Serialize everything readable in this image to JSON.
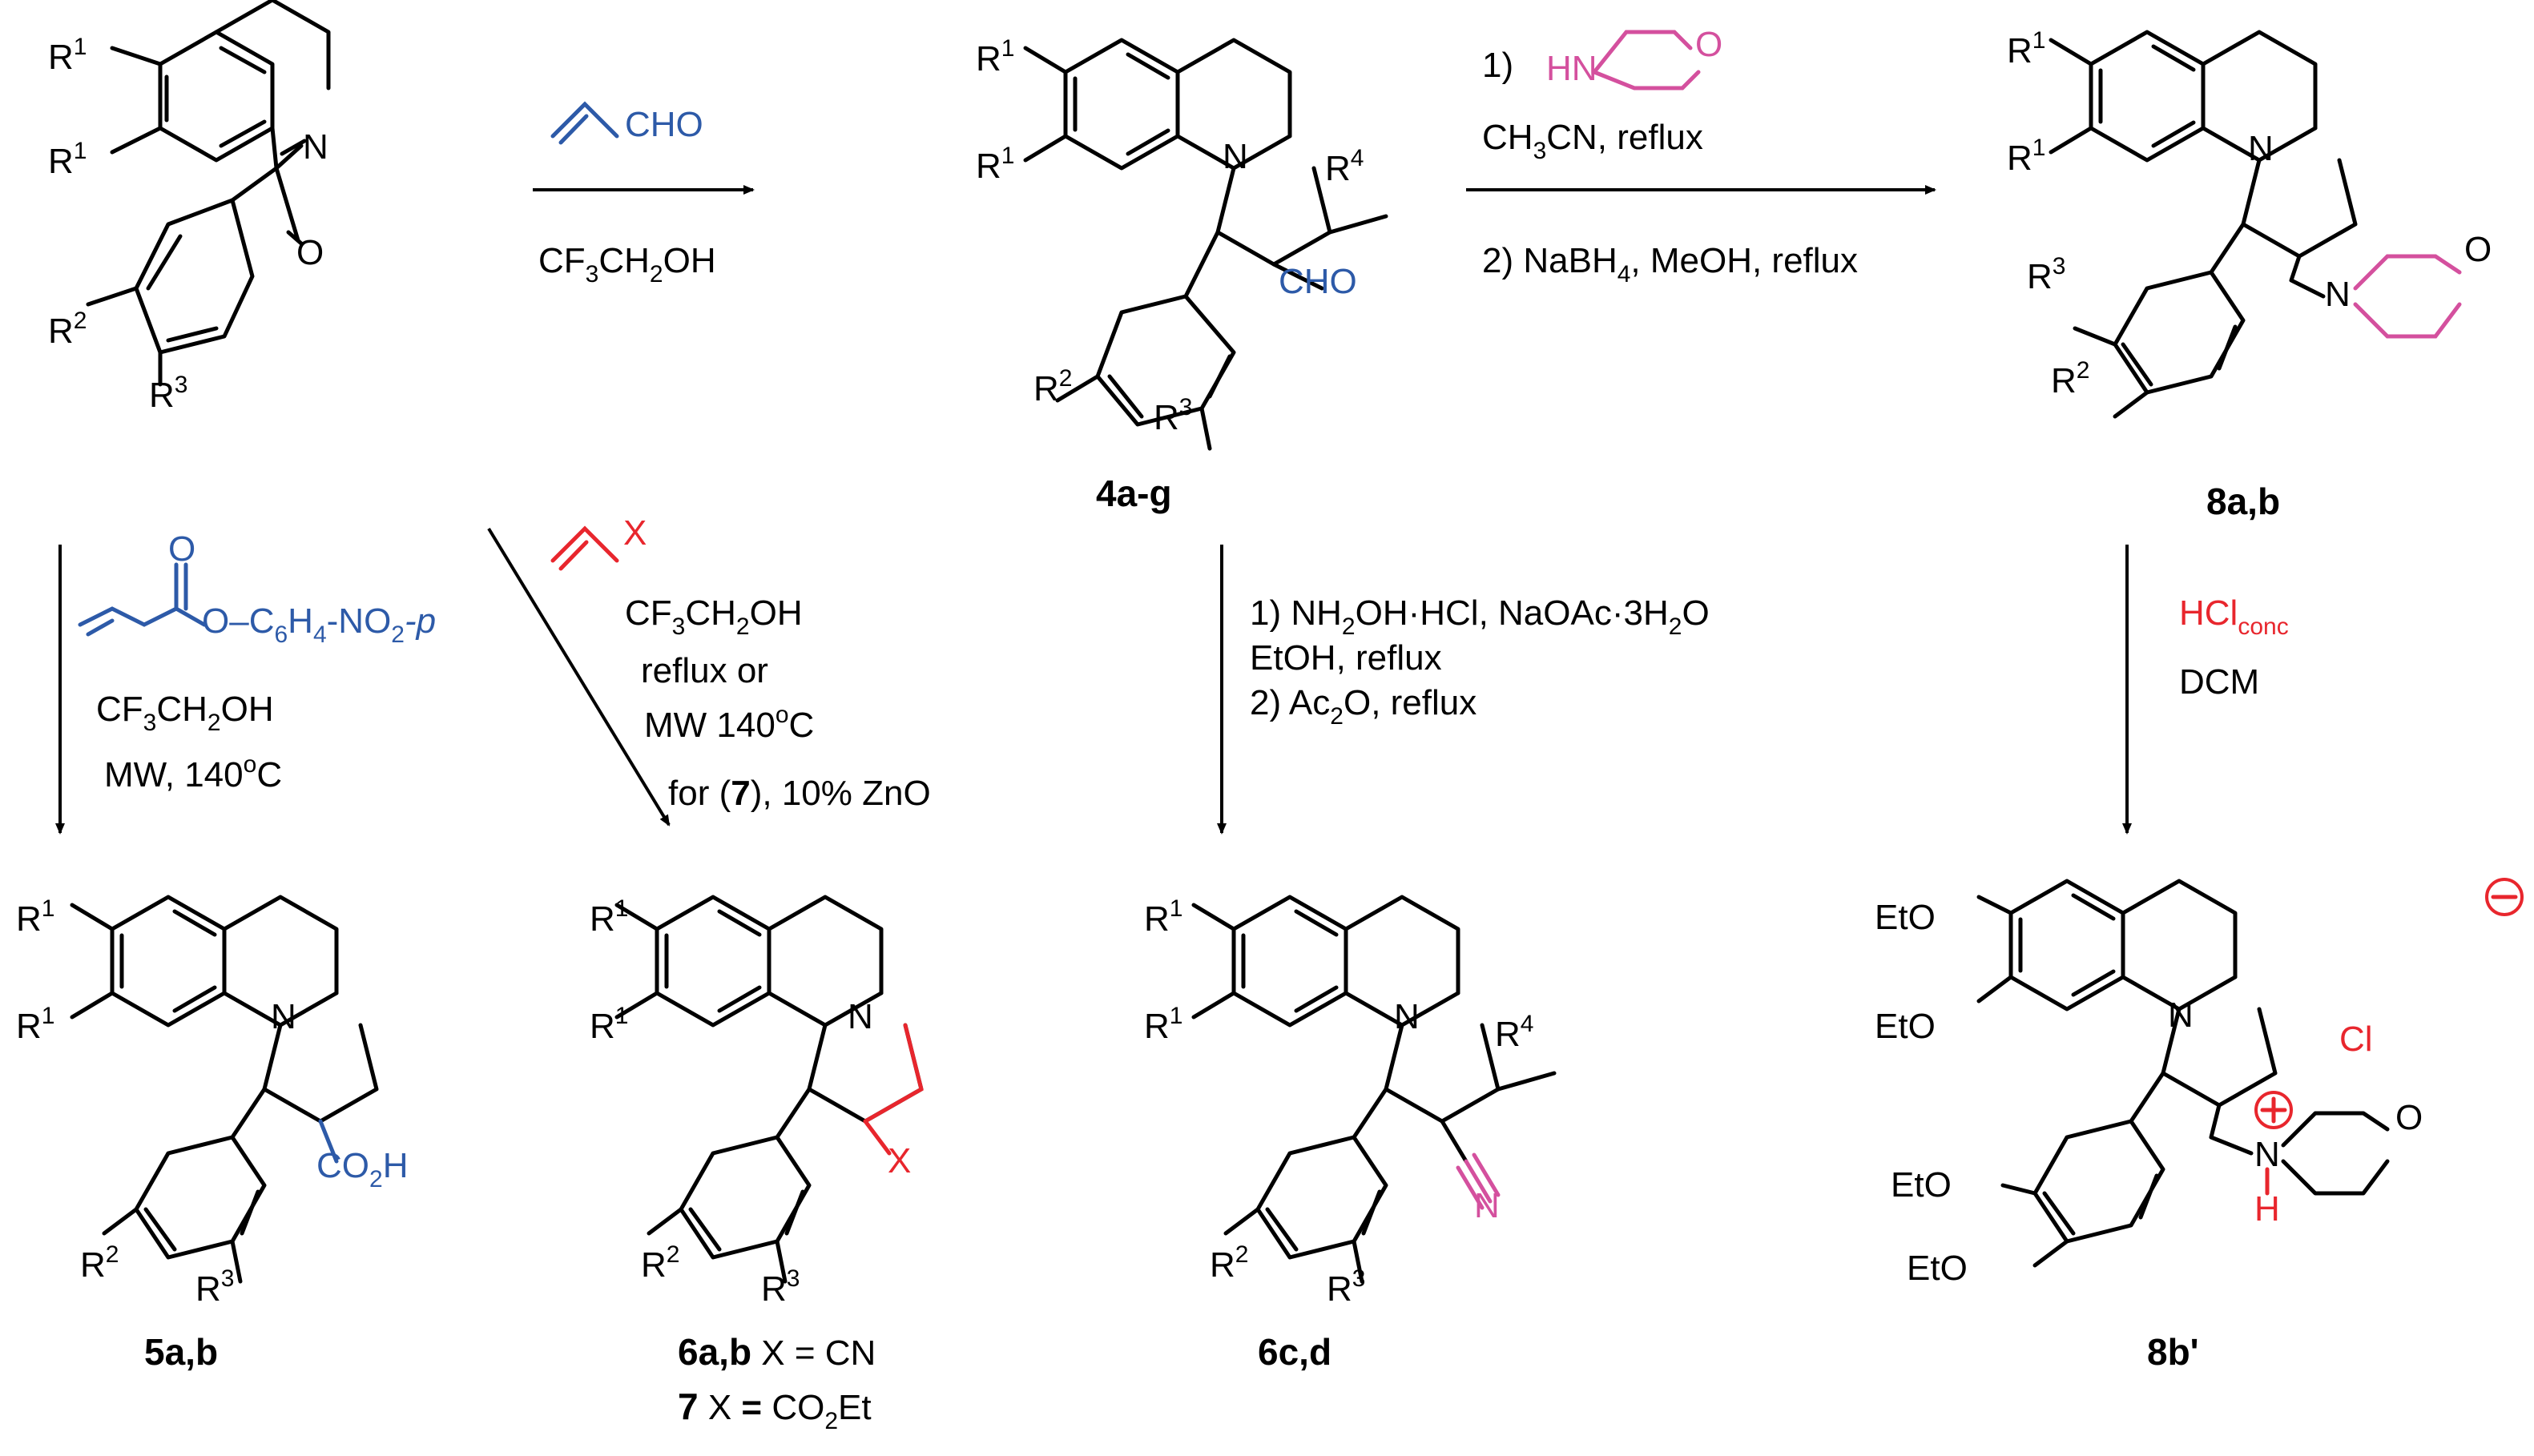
{
  "colors": {
    "black": "#000000",
    "blue": "#2d5aa8",
    "red": "#e8262d",
    "pink": "#d4509e"
  },
  "substituents": {
    "R1": "R",
    "R1_sup": "1",
    "R2": "R",
    "R2_sup": "2",
    "R3": "R",
    "R3_sup": "3",
    "R4": "R",
    "R4_sup": "4",
    "N": "N",
    "O": "O",
    "H": "H",
    "HN": "HN",
    "X": "X",
    "EtO": "EtO",
    "CHO": "CHO",
    "Cl": "Cl"
  },
  "reagents": {
    "acrolein_label": "CHO",
    "acrylate_O": "O",
    "acrylate_tail": "O–C",
    "acrylate_c6": "6",
    "acrylate_h4": "H",
    "acrylate_4": "4",
    "acrylate_no2": "-NO",
    "acrylate_2": "2",
    "acrylate_p": "-p",
    "vinyl_X": "X",
    "morpholine_step": "1)"
  },
  "conditions": {
    "step1_solvent_a": "CF",
    "step1_solvent_b": "3",
    "step1_solvent_c": "CH",
    "step1_solvent_d": "2",
    "step1_solvent_e": "OH",
    "step2_line1_a": "CH",
    "step2_line1_b": "3",
    "step2_line1_c": "CN, reflux",
    "step2_line2_a": "2)  NaBH",
    "step2_line2_b": "4",
    "step2_line2_c": ", MeOH, reflux",
    "step3_line1": "MW, 140",
    "step3_deg": "o",
    "step3_C": "C",
    "step4_line2": "reflux or",
    "step4_line3": "MW 140",
    "step4_line4_a": "for (",
    "step4_line4_b": "7",
    "step4_line4_c": "), 10% ZnO",
    "step5_line1_a": "1) NH",
    "step5_line1_b": "2",
    "step5_line1_c": "OH·HCl, NaOAc·3H",
    "step5_line1_d": "2",
    "step5_line1_e": "O",
    "step5_line2": "EtOH, reflux",
    "step5_line3_a": "2) Ac",
    "step5_line3_b": "2",
    "step5_line3_c": "O, reflux",
    "step6_line1_a": "HCl",
    "step6_line1_b": "conc",
    "step6_line2": "DCM"
  },
  "compounds": {
    "c4": "4a-g",
    "c8": "8a,b",
    "c5": "5a,b",
    "c6ab": "6a,b",
    "c6ab_suffix": " X = CN",
    "c7": "7",
    "c7_suffix_a": " X ",
    "c7_suffix_eq": "=",
    "c7_suffix_b": " CO",
    "c7_suffix_2": "2",
    "c7_suffix_c": "Et",
    "c6cd": "6c,d",
    "c8prime": "8b'"
  },
  "product_groups": {
    "co2h_a": "CO",
    "co2h_2": "2",
    "co2h_b": "H",
    "nitrile_N": "N"
  }
}
